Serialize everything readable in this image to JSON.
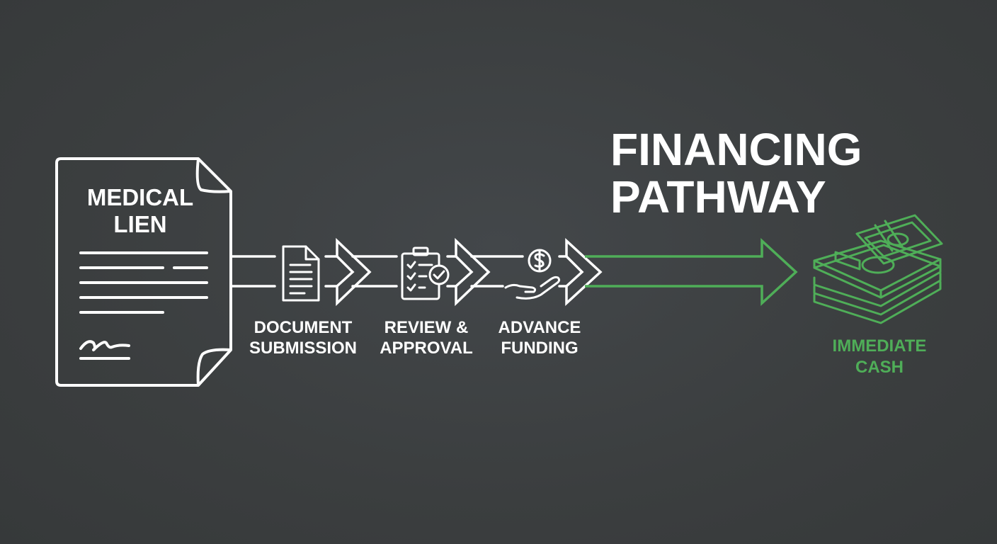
{
  "title": {
    "line1": "FINANCING",
    "line2": "PATHWAY"
  },
  "source_document": {
    "line1": "MEDICAL",
    "line2": "LIEN",
    "icon": "document-icon"
  },
  "steps": [
    {
      "line1": "DOCUMENT",
      "line2": "SUBMISSION",
      "icon": "file-icon"
    },
    {
      "line1": "REVIEW &",
      "line2": "APPROVAL",
      "icon": "clipboard-check-icon"
    },
    {
      "line1": "ADVANCE",
      "line2": "FUNDING",
      "icon": "hand-dollar-icon"
    }
  ],
  "destination": {
    "line1": "IMMEDIATE",
    "line2": "CASH",
    "icon": "cash-stack-icon"
  },
  "colors": {
    "background": "#3b3e3f",
    "stroke": "#ffffff",
    "accent": "#4fae58"
  }
}
